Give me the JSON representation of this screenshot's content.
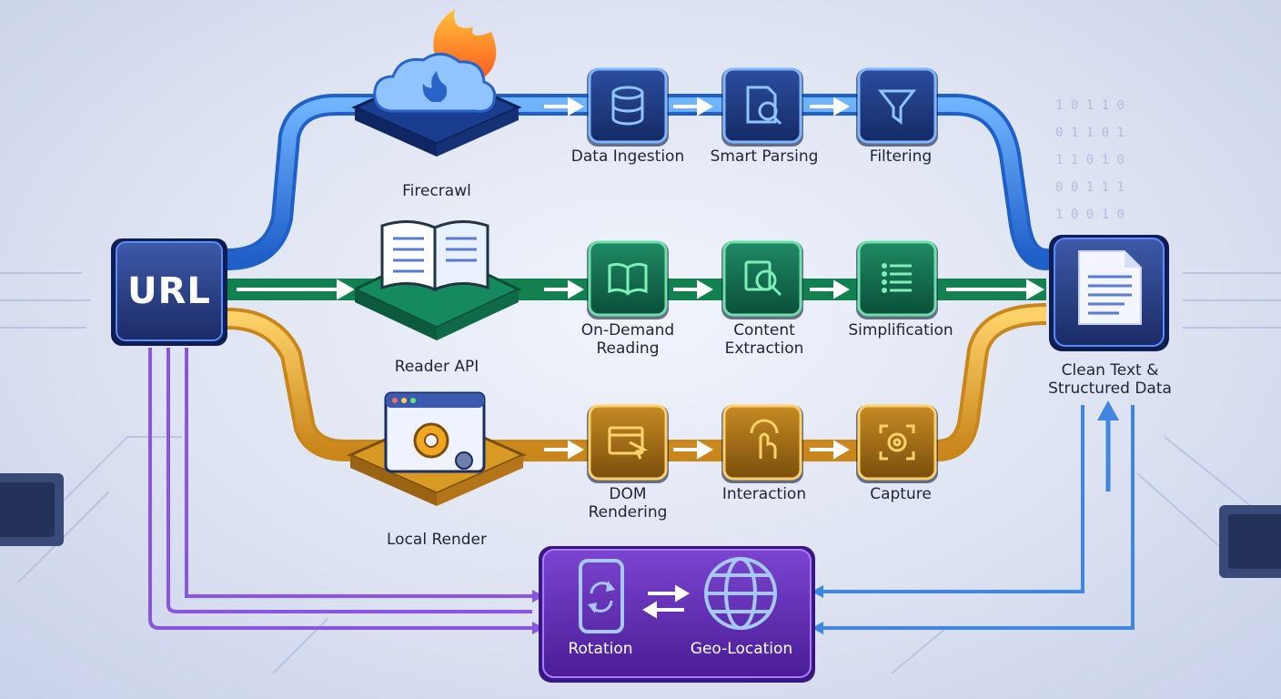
{
  "source": {
    "label": "URL"
  },
  "routes": [
    {
      "id": "firecrawl",
      "label": "Firecrawl",
      "color": "#2f7fe0",
      "steps": [
        {
          "label": "Data Ingestion",
          "icon": "database-icon"
        },
        {
          "label": "Smart Parsing",
          "icon": "document-search-icon"
        },
        {
          "label": "Filtering",
          "icon": "funnel-icon"
        }
      ],
      "icon": "flame-cloud-icon"
    },
    {
      "id": "reader-api",
      "label": "Reader API",
      "color": "#1fa86c",
      "steps": [
        {
          "label": "On-Demand\nReading",
          "icon": "open-book-icon"
        },
        {
          "label": "Content\nExtraction",
          "icon": "magnifier-icon"
        },
        {
          "label": "Simplification",
          "icon": "list-icon"
        }
      ],
      "icon": "book-icon"
    },
    {
      "id": "local-render",
      "label": "Local Render",
      "color": "#e0a328",
      "steps": [
        {
          "label": "DOM\nRendering",
          "icon": "browser-cursor-icon"
        },
        {
          "label": "Interaction",
          "icon": "tap-hand-icon"
        },
        {
          "label": "Capture",
          "icon": "capture-frame-icon"
        }
      ],
      "icon": "browser-gear-icon"
    }
  ],
  "output": {
    "label": "Clean Text &\nStructured Data",
    "icon": "document-icon"
  },
  "proxy": {
    "items": [
      {
        "label": "Rotation",
        "icon": "phone-rotate-icon"
      },
      {
        "label": "Geo-Location",
        "icon": "globe-icon"
      }
    ],
    "swap_icon": "swap-arrows-icon",
    "color": "#7a3fd0"
  }
}
